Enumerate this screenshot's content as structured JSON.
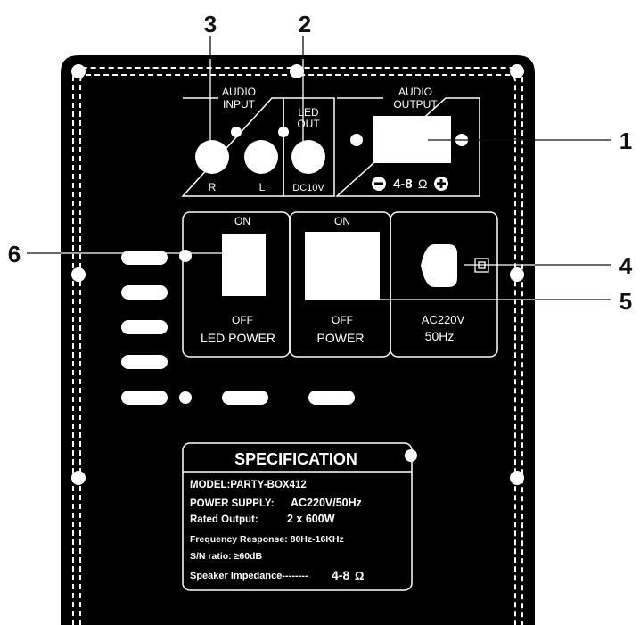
{
  "colors": {
    "panel": "#000000",
    "outline": "#ffffff",
    "callout": "#111111"
  },
  "audio_input": {
    "title_line1": "AUDIO",
    "title_line2": "INPUT",
    "right_label": "R",
    "left_label": "L"
  },
  "led_out": {
    "title_line1": "LED",
    "title_line2": "OUT",
    "voltage": "DC10V"
  },
  "audio_output": {
    "title_line1": "AUDIO",
    "title_line2": "OUTPUT",
    "impedance": "4-8",
    "ohm_symbol": "Ω",
    "minus_icon": "minus-circle-icon",
    "plus_icon": "plus-circle-icon"
  },
  "led_power_switch": {
    "on_label": "ON",
    "off_label": "OFF",
    "name": "LED POWER"
  },
  "power_switch": {
    "on_label": "ON",
    "off_label": "OFF",
    "name": "POWER"
  },
  "ac_input": {
    "voltage": "AC220V",
    "frequency": "50Hz"
  },
  "callouts": {
    "c1": "1",
    "c2": "2",
    "c3": "3",
    "c4": "4",
    "c5": "5",
    "c6": "6"
  },
  "specification": {
    "title": "SPECIFICATION",
    "model": "MODEL:PARTY-BOX412",
    "power_supply_label": "POWER SUPPLY:",
    "power_supply_value": "AC220V/50Hz",
    "rated_output_label": "Rated Output:",
    "rated_output_value": "2 x 600W",
    "frequency_response": "Frequency Response: 80Hz-16KHz",
    "sn_ratio": "S/N ratio: ≥60dB",
    "impedance_label": "Speaker Impedance--------",
    "impedance_value": "4-8",
    "impedance_unit": "Ω"
  }
}
